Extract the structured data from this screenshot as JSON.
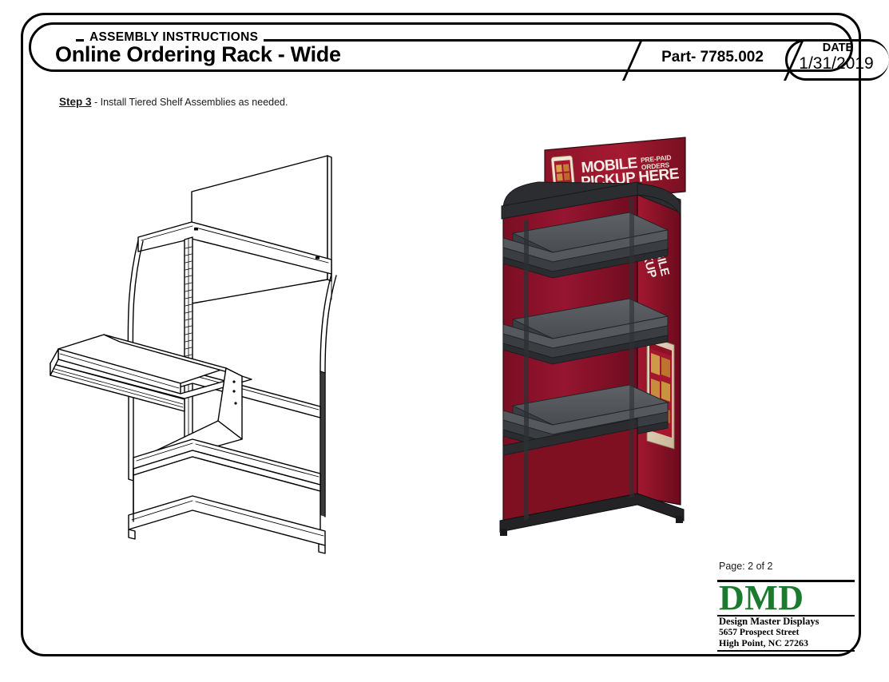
{
  "document": {
    "header": {
      "eyebrow": "ASSEMBLY INSTRUCTIONS",
      "title": "Online Ordering Rack - Wide",
      "part_label": "Part- 7785.002",
      "date_caption": "DATE",
      "date_value": "1/31/2019"
    },
    "step": {
      "number": "Step 3",
      "separator": " - ",
      "text": "Install Tiered Shelf Assemblies as needed."
    },
    "footer": {
      "page": "Page: 2 of 2",
      "logo_mark": "DMD",
      "company": "Design Master Displays",
      "street": "5657 Prospect Street",
      "city_state_zip": "High Point, NC 27263"
    }
  },
  "figures": {
    "wireframe": {
      "caption": "Line drawing of wide ordering rack with tiered shelf assembly being installed",
      "shelf_count": 3,
      "has_pullout_shelf": true
    },
    "render": {
      "caption": "Rendered red mobile pickup rack with three tiered shelf assemblies",
      "header_sign_line1": "MOBILE",
      "header_sign_line2": "PICKUP",
      "header_sign_line3": "HERE",
      "header_sign_badge1": "PRE-PAID",
      "header_sign_badge2": "ORDERS",
      "side_panel_line1": "MOBILE",
      "side_panel_line2": "PICKUP",
      "shelf_count": 3
    }
  },
  "colors": {
    "ink": "#000000",
    "paper": "#ffffff",
    "logo_green": "#1C7A2E",
    "panel_red": "#8B1028",
    "panel_red_dark": "#6E0C1F",
    "panel_red_light": "#A3182F",
    "shelf_gray": "#55585C",
    "shelf_gray_dark": "#34373A",
    "frame_black": "#232326"
  }
}
